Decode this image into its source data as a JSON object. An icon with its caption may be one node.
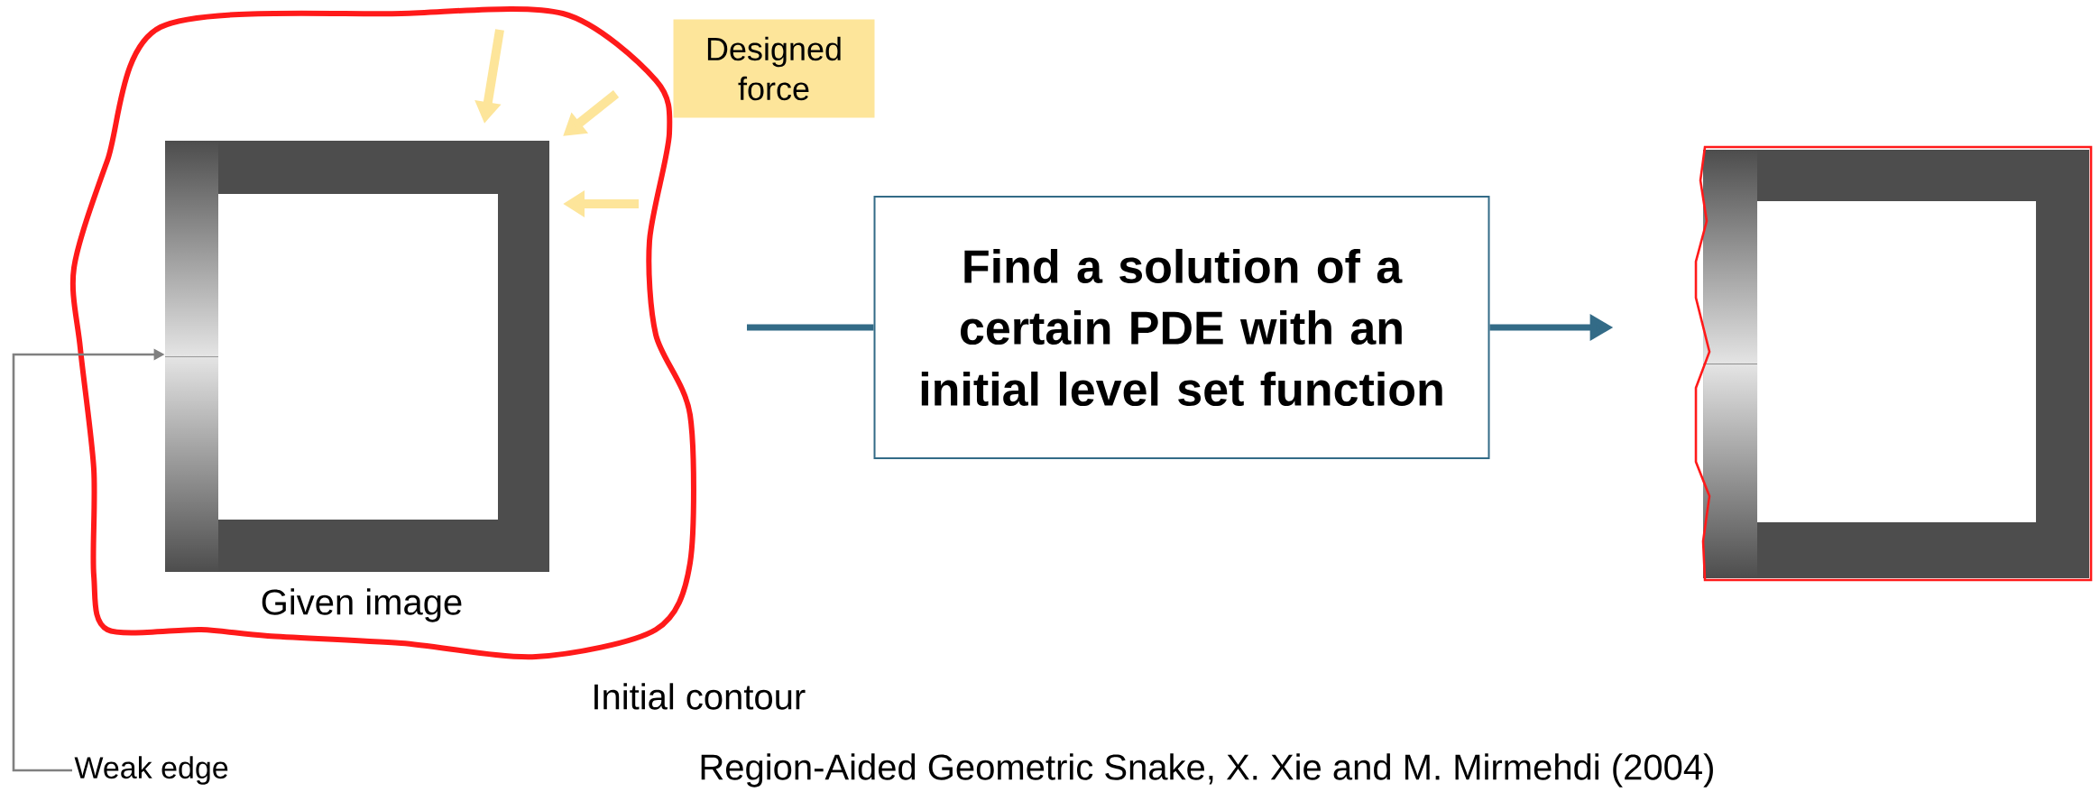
{
  "diagram": {
    "nodes": [
      {
        "text": [],
        "shape": "picture",
        "beside": [
          "Given image"
        ]
      },
      {
        "text": [
          "Designed force"
        ]
      },
      {
        "text": [
          "Find a solution of a certain PDE with an initial level set function"
        ]
      },
      {
        "text": [],
        "shape": "picture"
      },
      {
        "text": [
          "Weak edge"
        ]
      }
    ],
    "edges": [
      {
        "from": null,
        "to": 2,
        "arrow": "none"
      },
      {
        "from": 2,
        "to": 3,
        "arrow": "to"
      },
      {
        "from": 4,
        "to": 0,
        "arrow": "to",
        "color": "#808080"
      }
    ],
    "labels": [
      "Initial contour",
      "Region-Aided Geometric Snake, X. Xie and M. Mirmehdi (2004)"
    ]
  }
}
